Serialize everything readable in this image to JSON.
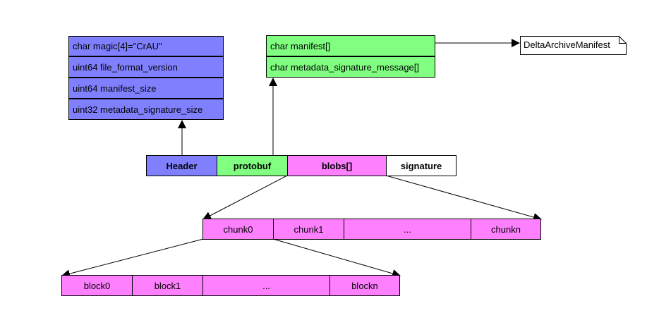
{
  "header_fields": [
    "char magic[4]=\"CrAU\"",
    "uint64 file_format_version",
    "uint64 manifest_size",
    "uint32 metadata_signature_size"
  ],
  "protobuf_fields": [
    "char manifest[]",
    "char metadata_signature_message[]"
  ],
  "manifest_note": "DeltaArchiveManifest",
  "file_sections": [
    "Header",
    "protobuf",
    "blobs[]",
    "signature"
  ],
  "chunks": [
    "chunk0",
    "chunk1",
    "...",
    "chunkn"
  ],
  "blocks": [
    "block0",
    "block1",
    "...",
    "blockn"
  ],
  "colors": {
    "header": "#8080ff",
    "protobuf": "#80ff80",
    "blobs": "#ff80ff",
    "signature": "#ffffff"
  }
}
